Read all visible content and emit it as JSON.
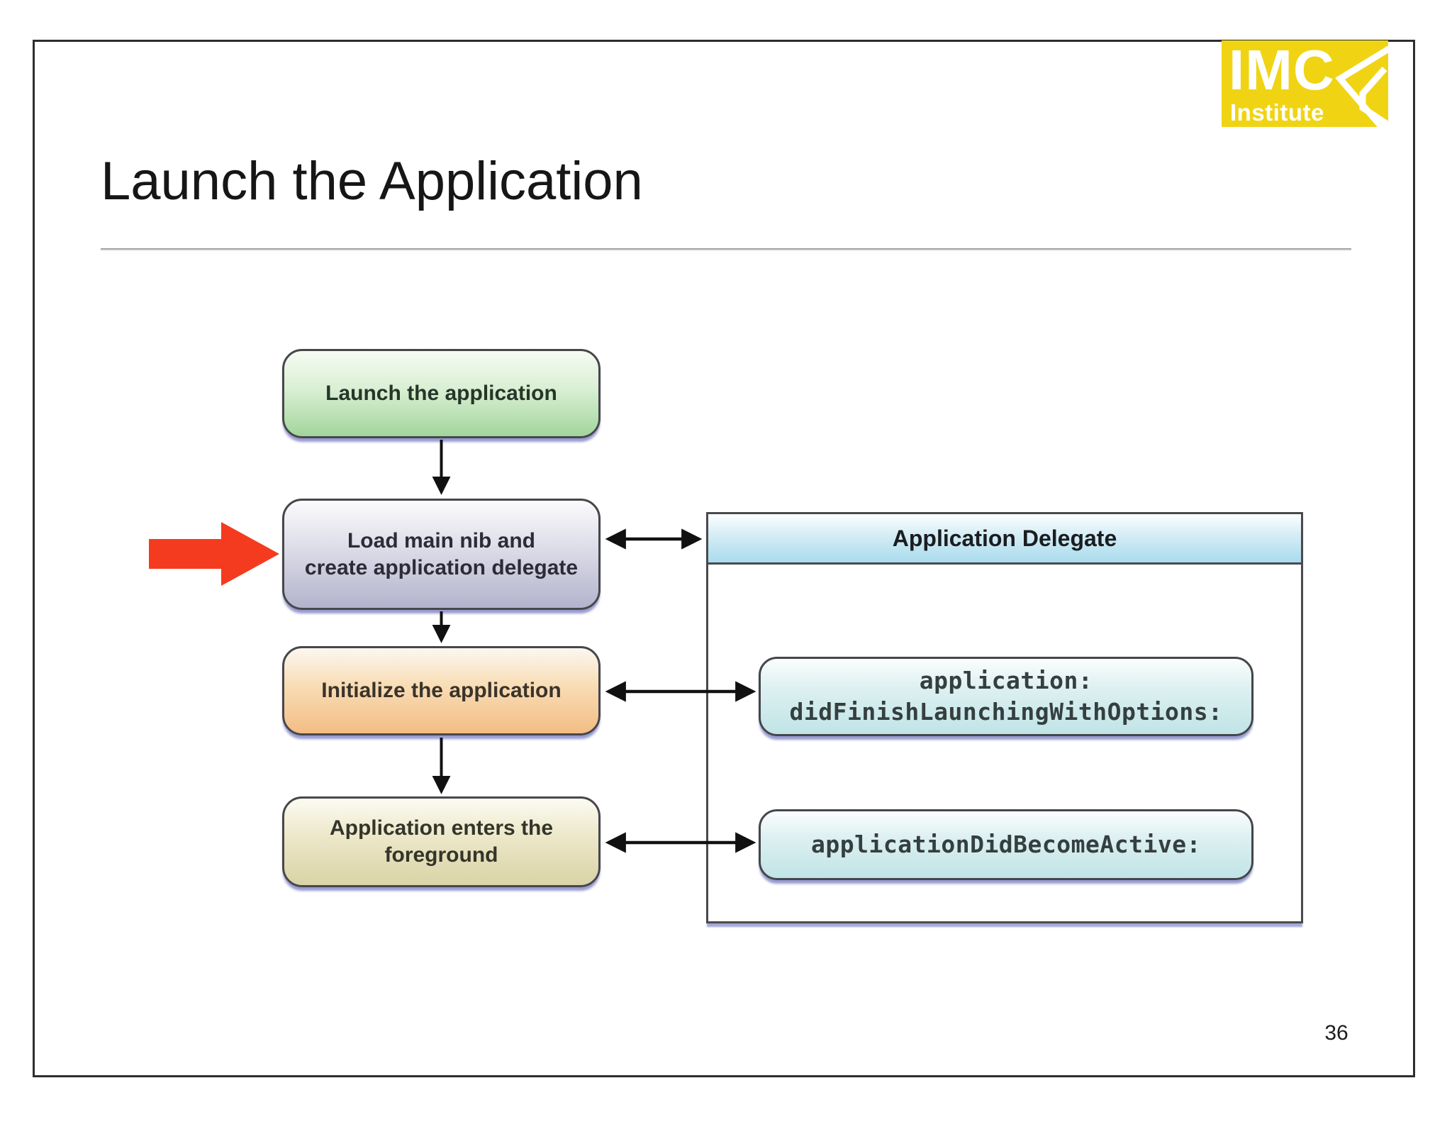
{
  "slide": {
    "title": "Launch the Application",
    "page_number": "36"
  },
  "logo": {
    "acronym": "IMC",
    "subtitle": "Institute",
    "background_color": "#F0D414",
    "text_color": "#FFFFFF"
  },
  "flowchart": {
    "steps": [
      {
        "id": "launch",
        "lines": [
          "Launch the application"
        ],
        "fill_top": "#F6FBF3",
        "fill_bottom": "#A2D59C"
      },
      {
        "id": "load-nib",
        "lines": [
          "Load main nib and",
          "create application delegate"
        ],
        "fill_top": "#FBFBFD",
        "fill_bottom": "#B3B3CD"
      },
      {
        "id": "initialize",
        "lines": [
          "Initialize the application"
        ],
        "fill_top": "#FCF7EF",
        "fill_bottom": "#F3BD84"
      },
      {
        "id": "foreground",
        "lines": [
          "Application enters the",
          "foreground"
        ],
        "fill_top": "#FCFBF2",
        "fill_bottom": "#D9D3A6"
      }
    ],
    "highlight_arrow_color": "#F43B1F",
    "connector_color": "#111111"
  },
  "delegate_panel": {
    "title": "Application Delegate",
    "header_fill_bottom": "#A9DBED",
    "methods": [
      {
        "id": "did-finish-launching",
        "lines": [
          "application:",
          "didFinishLaunchingWithOptions:"
        ]
      },
      {
        "id": "did-become-active",
        "lines": [
          "applicationDidBecomeActive:"
        ]
      }
    ],
    "method_fill_bottom": "#C0E4E6"
  }
}
